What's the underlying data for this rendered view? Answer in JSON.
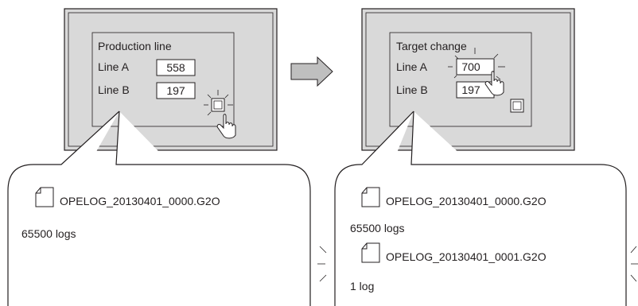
{
  "before": {
    "screen_title": "Production line",
    "rows": [
      {
        "label": "Line A",
        "value": "558"
      },
      {
        "label": "Line B",
        "value": "197"
      }
    ],
    "file": {
      "name": "OPELOG_20130401_0000.G2O",
      "count": "65500 logs"
    }
  },
  "after": {
    "screen_title": "Target change",
    "rows": [
      {
        "label": "Line A",
        "value": "700"
      },
      {
        "label": "Line B",
        "value": "197"
      }
    ],
    "files": [
      {
        "name": "OPELOG_20130401_0000.G2O",
        "count": "65500 logs"
      },
      {
        "name": "OPELOG_20130401_0001.G2O",
        "count": "1 log"
      }
    ]
  },
  "icons": {
    "transition": "right-arrow-icon",
    "touch": "pointing-hand-icon",
    "file": "document-icon"
  },
  "colors": {
    "panel_fill": "#d9d9d9",
    "arrow_fill": "#bfbfbf",
    "line": "#231f20"
  }
}
